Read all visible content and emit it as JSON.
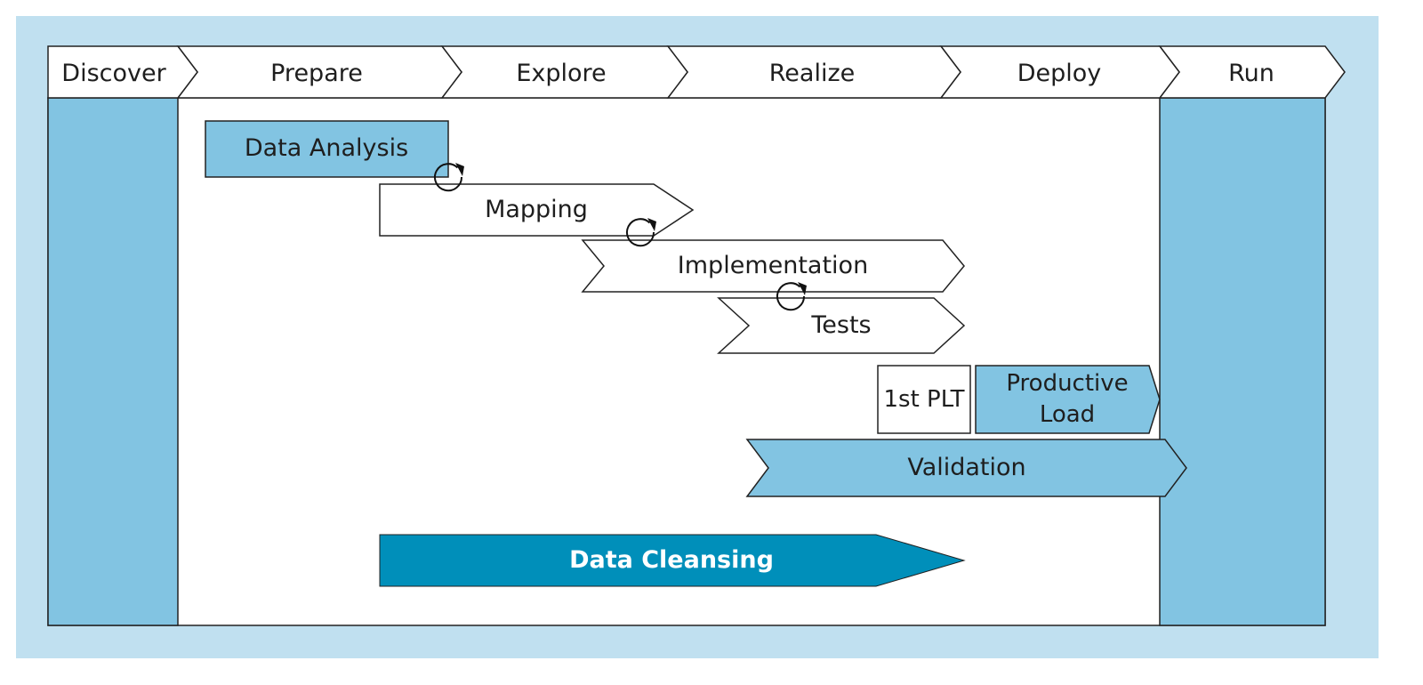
{
  "colors": {
    "frame_bg": "#c0e0f0",
    "side_col": "#82c4e2",
    "task_light": "#82c4e2",
    "task_dark": "#008fba",
    "outline": "#222222",
    "white": "#ffffff"
  },
  "phases": [
    "Discover",
    "Prepare",
    "Explore",
    "Realize",
    "Deploy",
    "Run"
  ],
  "tasks": {
    "data_analysis": "Data Analysis",
    "mapping": "Mapping",
    "implementation": "Implementation",
    "tests": "Tests",
    "first_plt": "1st PLT",
    "productive_load_line1": "Productive",
    "productive_load_line2": "Load",
    "validation": "Validation",
    "data_cleansing": "Data Cleansing"
  },
  "icons": {
    "cycle": "circular-arrow-icon"
  }
}
